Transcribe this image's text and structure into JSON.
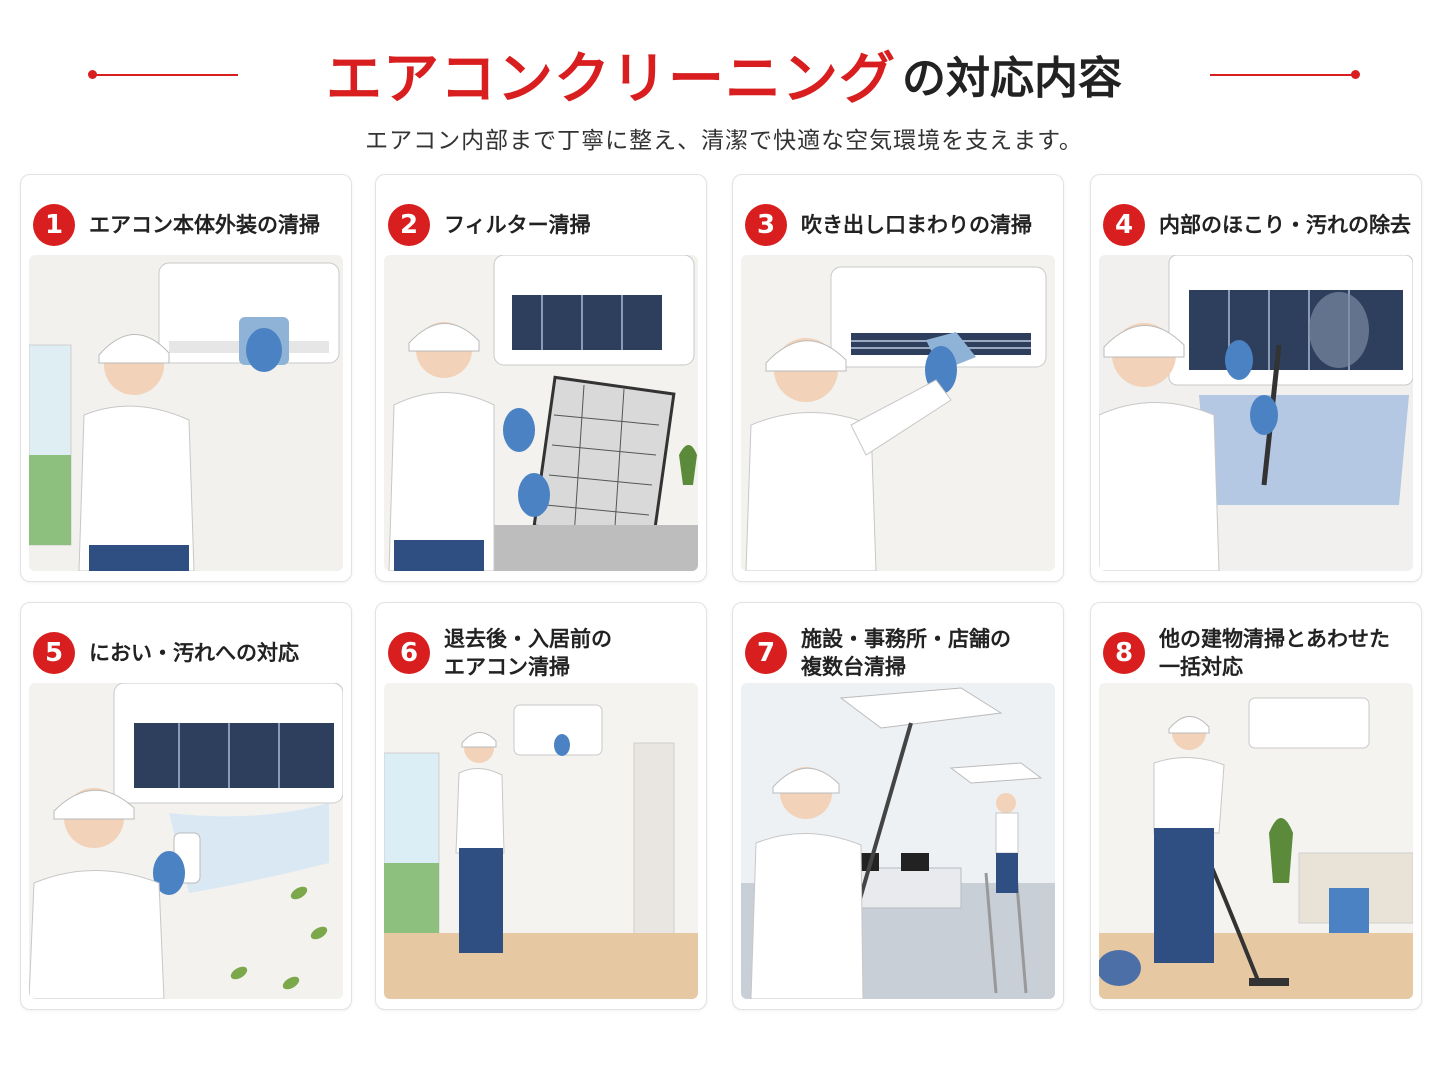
{
  "header": {
    "title_main": "エアコンクリーニング",
    "title_suffix": "の対応内容",
    "subtitle": "エアコン内部まで丁寧に整え、清潔で快適な空気環境を支えます。",
    "accent_color": "#d81e1e"
  },
  "cards": [
    {
      "number": "1",
      "title_lines": [
        "エアコン本体外装の清掃"
      ]
    },
    {
      "number": "2",
      "title_lines": [
        "フィルター清掃"
      ]
    },
    {
      "number": "3",
      "title_lines": [
        "吹き出し口まわりの清掃"
      ]
    },
    {
      "number": "4",
      "title_lines": [
        "内部のほこり・汚れの除去"
      ]
    },
    {
      "number": "5",
      "title_lines": [
        "におい・汚れへの対応"
      ]
    },
    {
      "number": "6",
      "title_lines": [
        "退去後・入居前の",
        "エアコン清掃"
      ]
    },
    {
      "number": "7",
      "title_lines": [
        "施設・事務所・店舗の",
        "複数台清掃"
      ]
    },
    {
      "number": "8",
      "title_lines": [
        "他の建物清掃とあわせた",
        "一括対応"
      ]
    }
  ]
}
